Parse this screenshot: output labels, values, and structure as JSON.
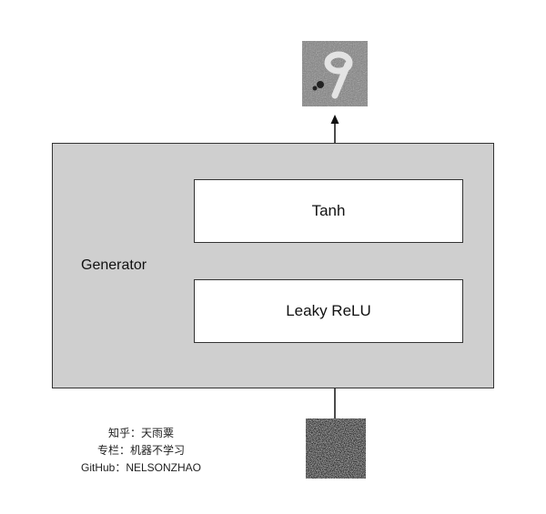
{
  "diagram": {
    "container_label": "Generator",
    "layers": [
      "Tanh",
      "Leaky ReLU"
    ]
  },
  "images": {
    "output": "generated-digit-9-image",
    "input": "random-noise-image"
  },
  "credits": {
    "line1": "知乎：天雨粟",
    "line2": "专栏：机器不学习",
    "line3": "GitHub：NELSONZHAO"
  },
  "colors": {
    "container_fill": "#cfcfcf",
    "layer_fill": "#ffffff",
    "stroke": "#333333"
  }
}
